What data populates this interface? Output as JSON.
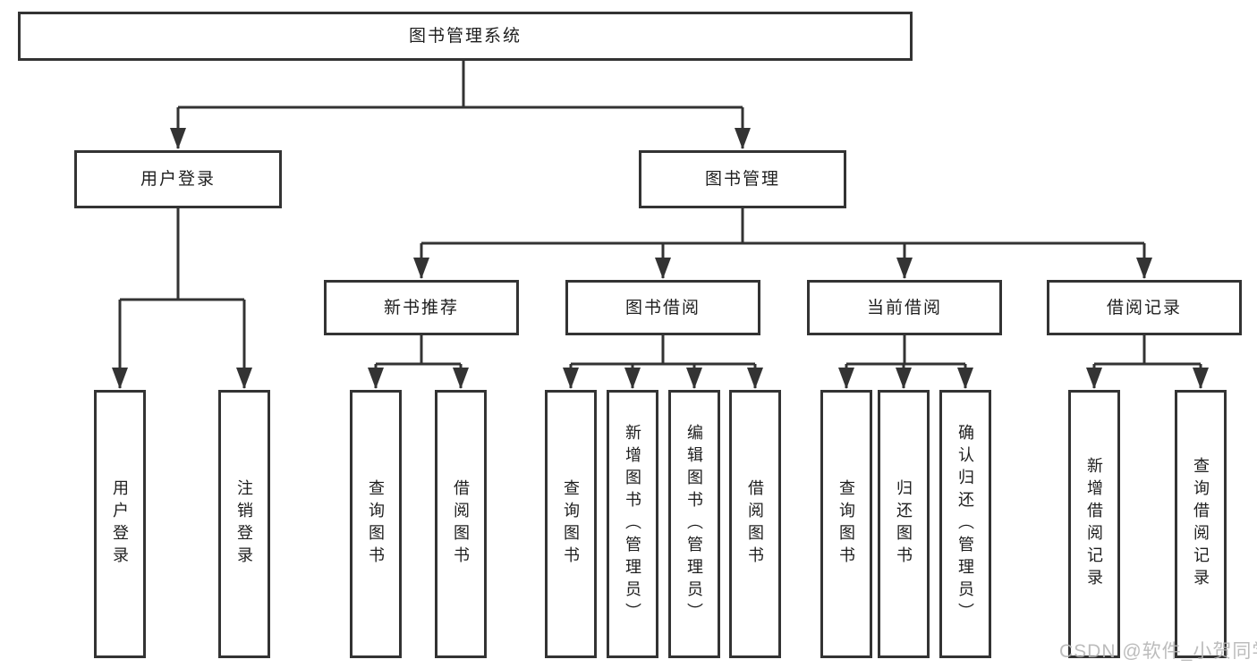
{
  "diagram_title": "图书管理系统",
  "nodes": {
    "root": {
      "label": "图书管理系统"
    },
    "branches": [
      {
        "label": "用户登录"
      },
      {
        "label": "图书管理"
      }
    ],
    "modules": [
      {
        "label": "新书推荐"
      },
      {
        "label": "图书借阅"
      },
      {
        "label": "当前借阅"
      },
      {
        "label": "借阅记录"
      }
    ],
    "leaves": {
      "user_login": [
        {
          "label": "用户登录"
        },
        {
          "label": "注销登录"
        }
      ],
      "new_book": [
        {
          "label": "查询图书"
        },
        {
          "label": "借阅图书"
        }
      ],
      "book_borrow": [
        {
          "label": "查询图书"
        },
        {
          "label": "新增图书（管理员）"
        },
        {
          "label": "编辑图书（管理员）"
        },
        {
          "label": "借阅图书"
        }
      ],
      "current_borrow": [
        {
          "label": "查询图书"
        },
        {
          "label": "归还图书"
        },
        {
          "label": "确认归还（管理员）"
        }
      ],
      "borrow_record": [
        {
          "label": "新增借阅记录"
        },
        {
          "label": "查询借阅记录"
        }
      ]
    }
  },
  "watermark": {
    "text": "CSDN @软件_小贺同学"
  },
  "colors": {
    "line": "#333333",
    "text": "#1e1e1e",
    "watermark": "#b5b5b5",
    "background": "#ffffff"
  }
}
